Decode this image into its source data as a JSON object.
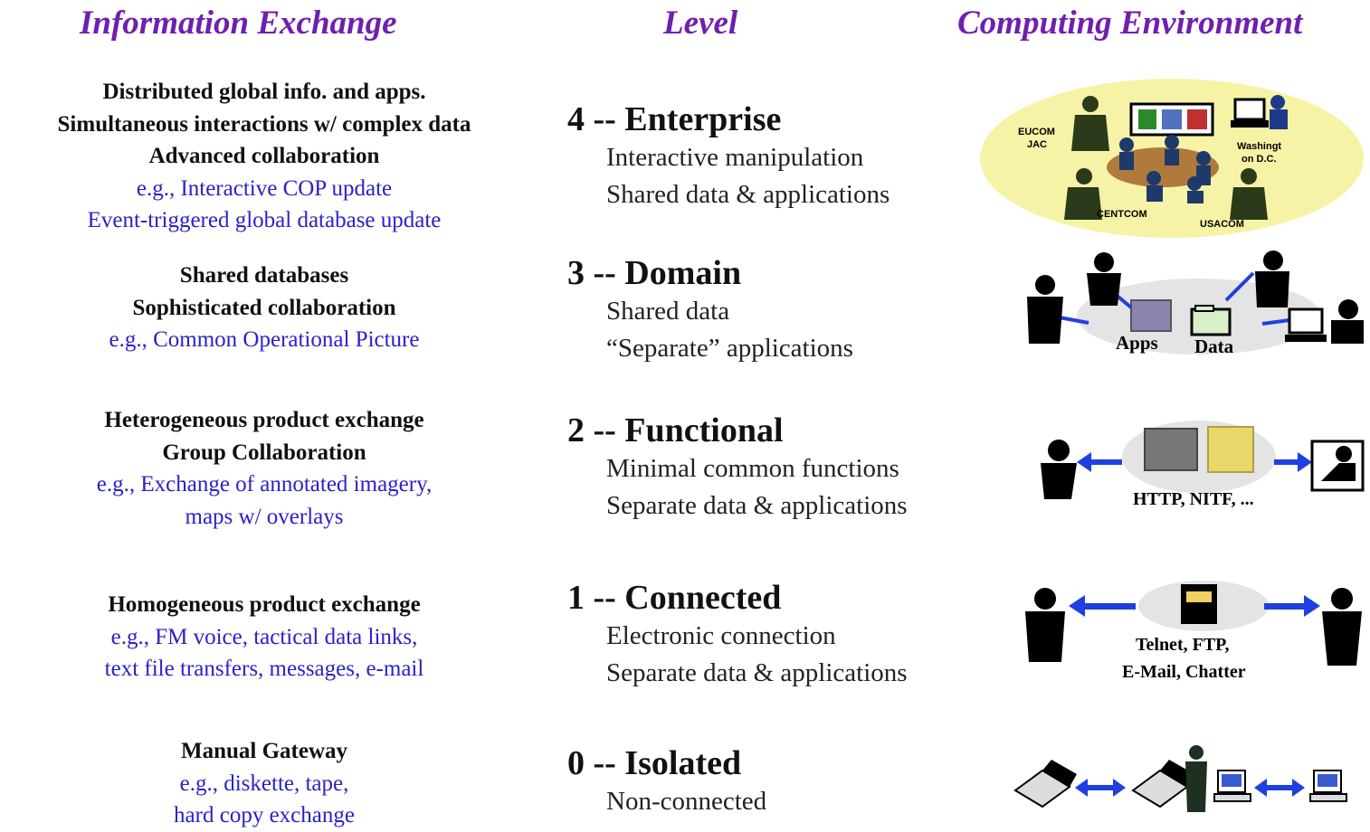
{
  "headers": {
    "info": "Information Exchange",
    "level": "Level",
    "env": "Computing Environment"
  },
  "rows": [
    {
      "bold": [
        "Distributed global info. and apps.",
        "Simultaneous interactions w/ complex data",
        "Advanced collaboration"
      ],
      "examples": [
        "e.g., Interactive COP update",
        "Event-triggered global database update"
      ],
      "level": "4 -- Enterprise",
      "desc": [
        "Interactive manipulation",
        "Shared data & applications"
      ],
      "env_labels": [
        "EUCOM",
        "JAC",
        "Washingt",
        "on D.C.",
        "CENTCOM",
        "USACOM"
      ]
    },
    {
      "bold": [
        "Shared databases",
        "Sophisticated collaboration"
      ],
      "examples": [
        "e.g., Common Operational Picture"
      ],
      "level": "3 -- Domain",
      "desc": [
        "Shared data",
        "“Separate” applications"
      ],
      "env_labels": [
        "Apps",
        "Data"
      ]
    },
    {
      "bold": [
        "Heterogeneous product exchange",
        "Group Collaboration"
      ],
      "examples": [
        "e.g., Exchange of annotated imagery,",
        "maps w/ overlays"
      ],
      "level": "2 -- Functional",
      "desc": [
        "Minimal common functions",
        "Separate data & applications"
      ],
      "env_labels": [
        "HTTP, NITF, ..."
      ]
    },
    {
      "bold": [
        "Homogeneous product exchange"
      ],
      "examples": [
        "e.g., FM voice, tactical data links,",
        "text file transfers, messages, e-mail"
      ],
      "level": "1 -- Connected",
      "desc": [
        "Electronic connection",
        "Separate data & applications"
      ],
      "env_labels": [
        "Telnet, FTP,",
        "E-Mail, Chatter"
      ]
    },
    {
      "bold": [
        "Manual Gateway"
      ],
      "examples": [
        "e.g., diskette, tape,",
        "hard copy exchange"
      ],
      "level": "0 -- Isolated",
      "desc": [
        "Non-connected"
      ],
      "env_labels": []
    }
  ],
  "colors": {
    "header": "#6f1fb0",
    "example": "#2a22c8",
    "arrow": "#1f3fe0",
    "ellipse": "#f6f3a6"
  }
}
